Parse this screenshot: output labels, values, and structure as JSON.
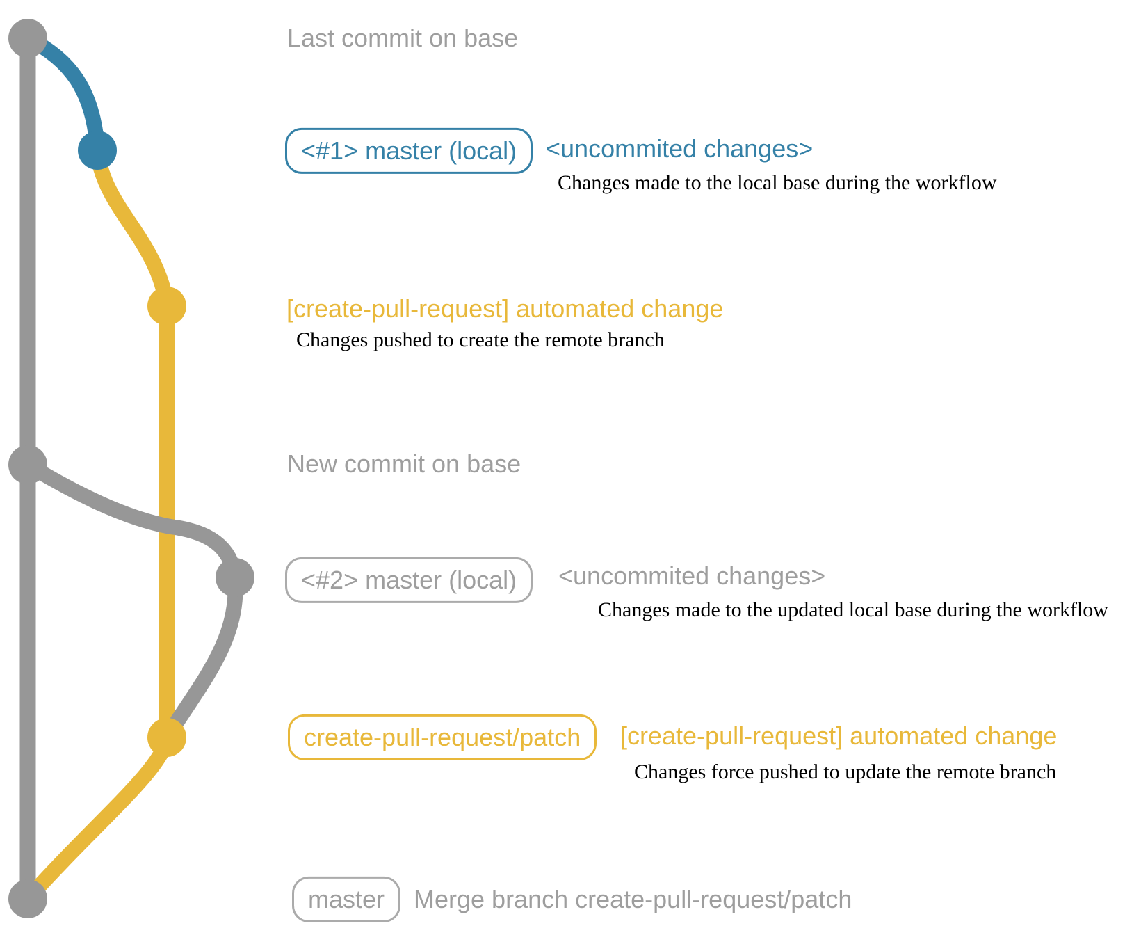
{
  "colors": {
    "blue": "#3581a7",
    "yellow": "#e8b83a",
    "gray_line": "#979797",
    "gray_text": "#9e9e9e",
    "gray_border": "#ababab",
    "black": "#000000",
    "bg": "#ffffff"
  },
  "graph_legend": {
    "base_branch_color": "gray",
    "local_changes_color": "blue",
    "remote_branch_color": "yellow"
  },
  "rows": {
    "last_commit": {
      "label": "Last commit on base"
    },
    "workflow1": {
      "badge": "<#1> master (local)",
      "message": "<uncommited changes>",
      "description": "Changes made to the local base during the workflow"
    },
    "push1": {
      "message": "[create-pull-request] automated change",
      "description": "Changes pushed to create the remote branch"
    },
    "new_commit": {
      "label": "New commit on base"
    },
    "workflow2": {
      "badge": "<#2> master (local)",
      "message": "<uncommited changes>",
      "description": "Changes made to the updated local base during the workflow"
    },
    "push2": {
      "badge": "create-pull-request/patch",
      "message": "[create-pull-request] automated change",
      "description": "Changes force pushed to update the remote branch"
    },
    "merge": {
      "badge": "master",
      "message": "Merge branch create-pull-request/patch"
    }
  }
}
